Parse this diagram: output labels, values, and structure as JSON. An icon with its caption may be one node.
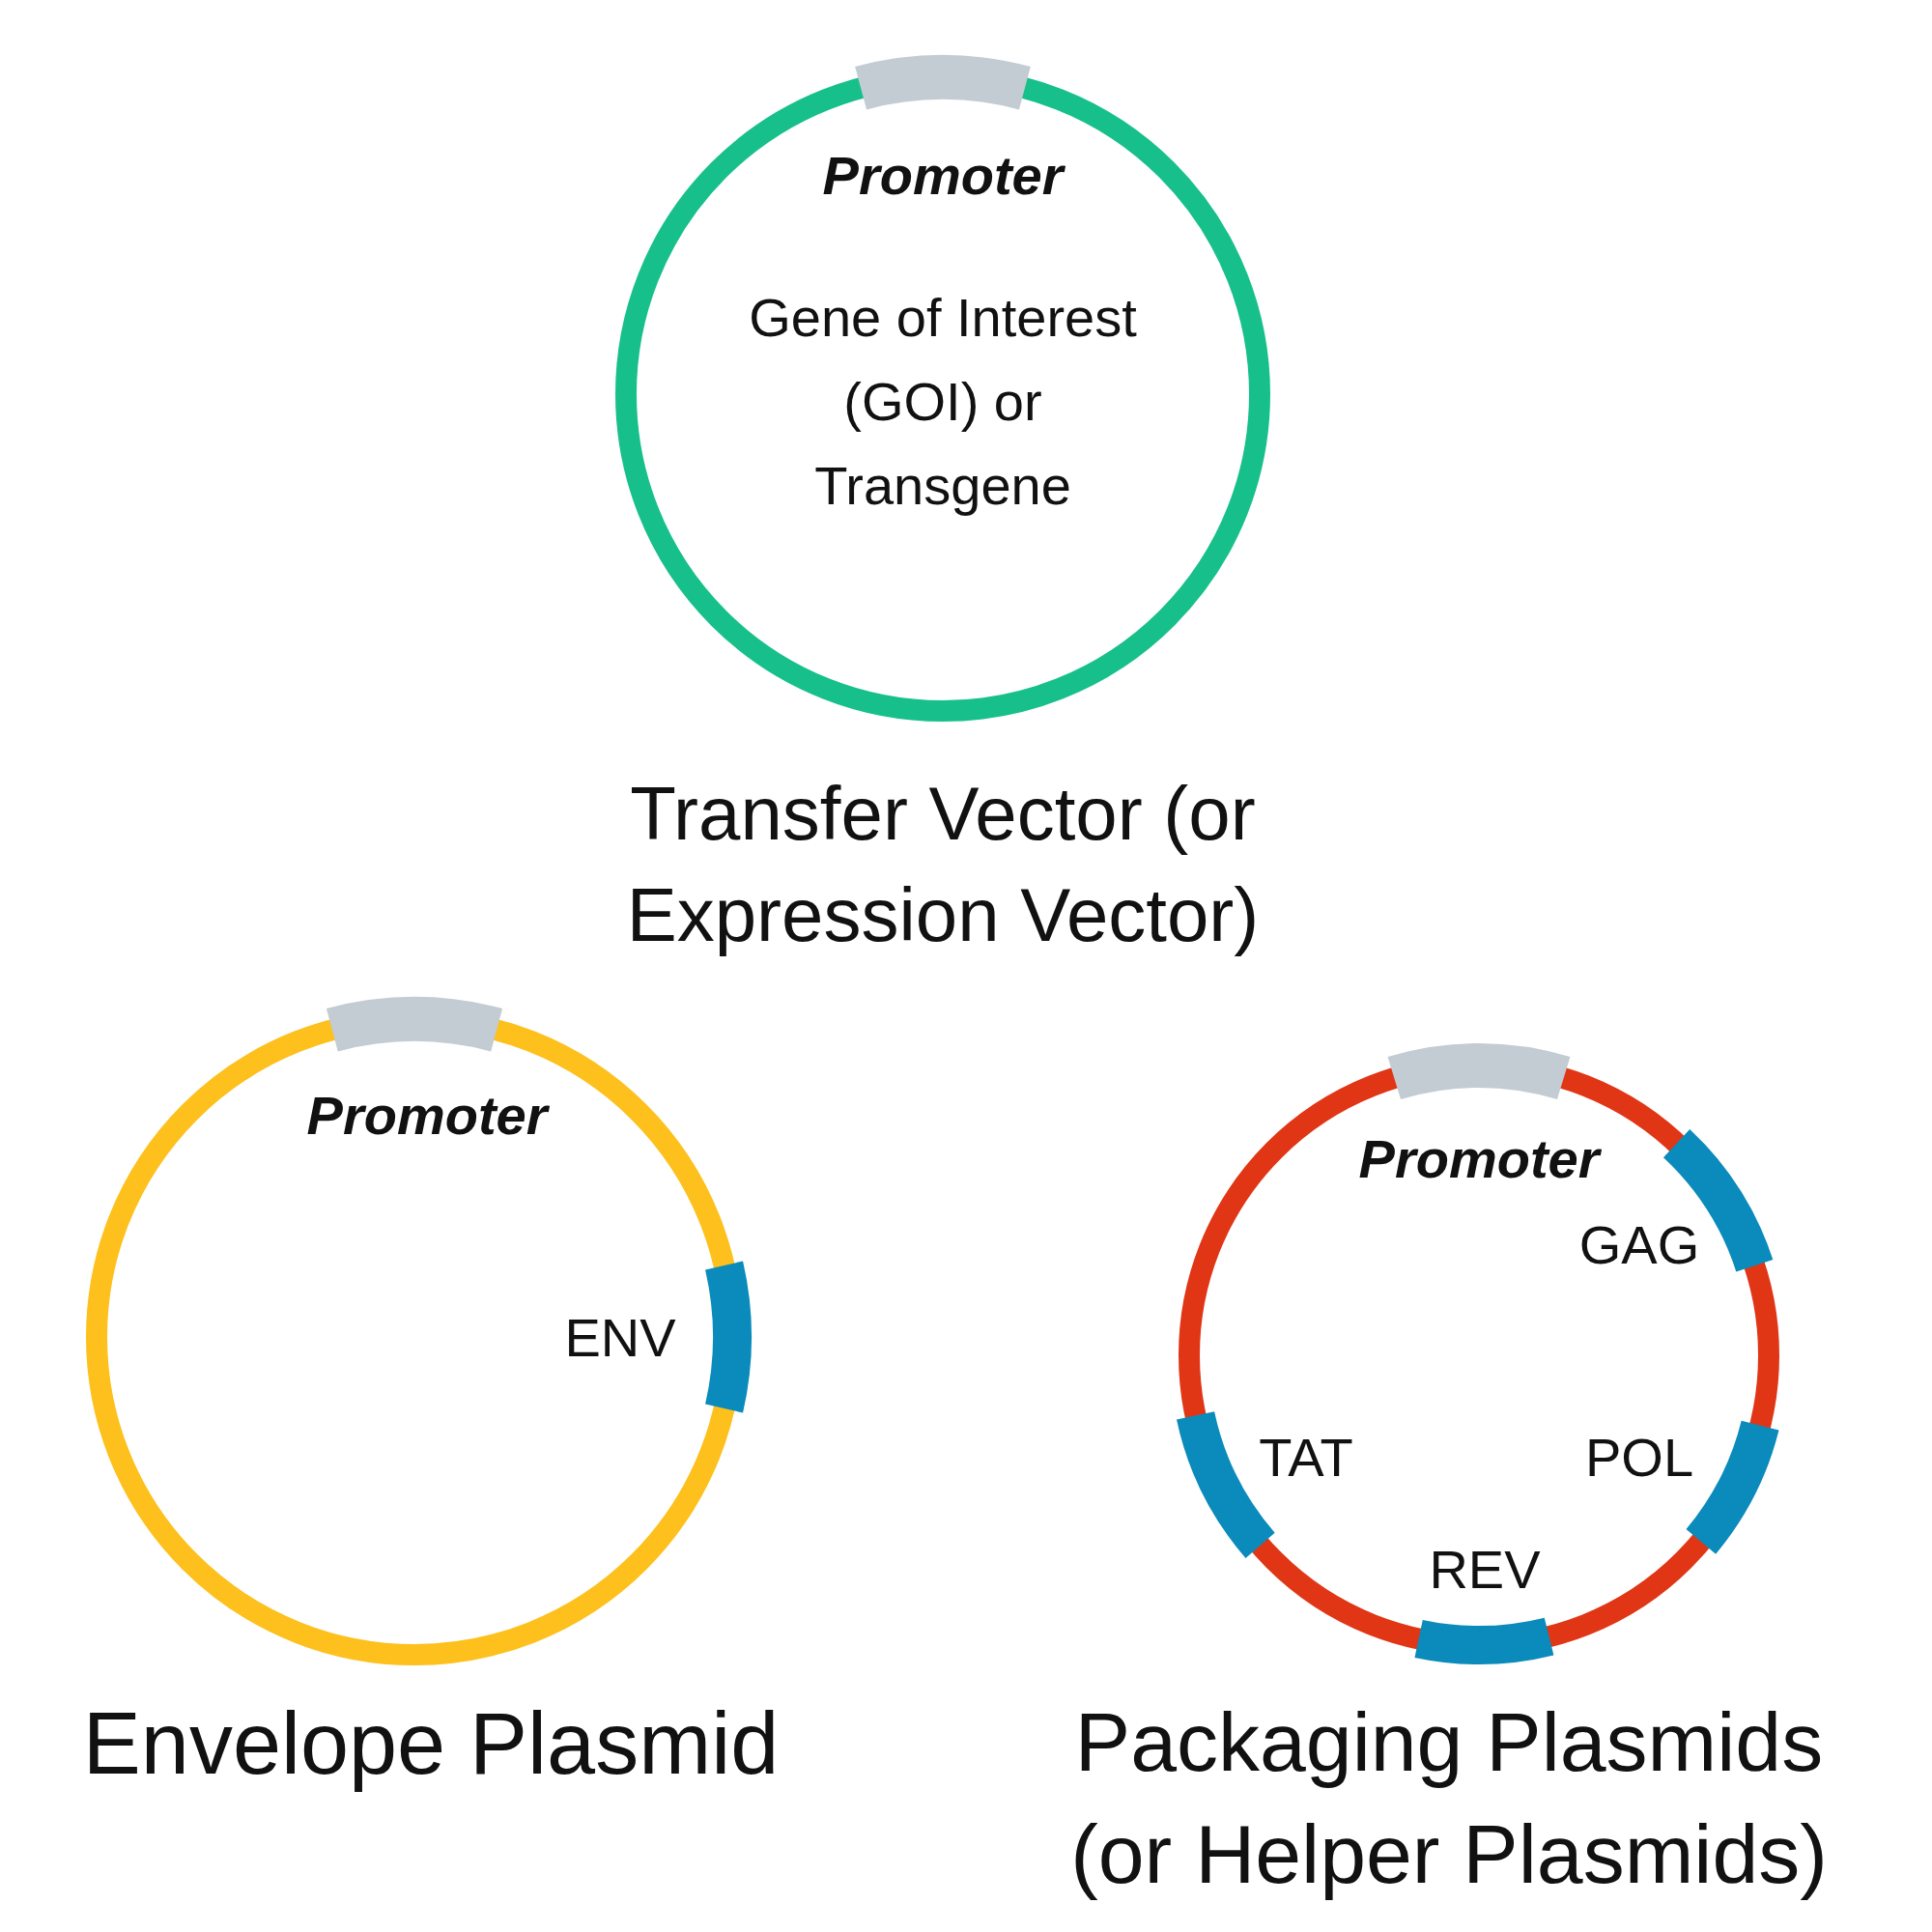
{
  "diagram": {
    "nodes": [
      {
        "text": [
          "Promoter",
          "Gene of Interest (GOI) or Transgene"
        ],
        "beside": [
          "Transfer Vector (or Expression Vector)"
        ]
      },
      {
        "text": [
          "Promoter",
          "ENV"
        ],
        "beside": [
          "Envelope Plasmid"
        ]
      },
      {
        "text": [
          "Promoter",
          "GAG",
          "POL",
          "REV",
          "TAT"
        ],
        "beside": [
          "Packaging Plasmids (or Helper Plasmids)"
        ]
      }
    ]
  }
}
